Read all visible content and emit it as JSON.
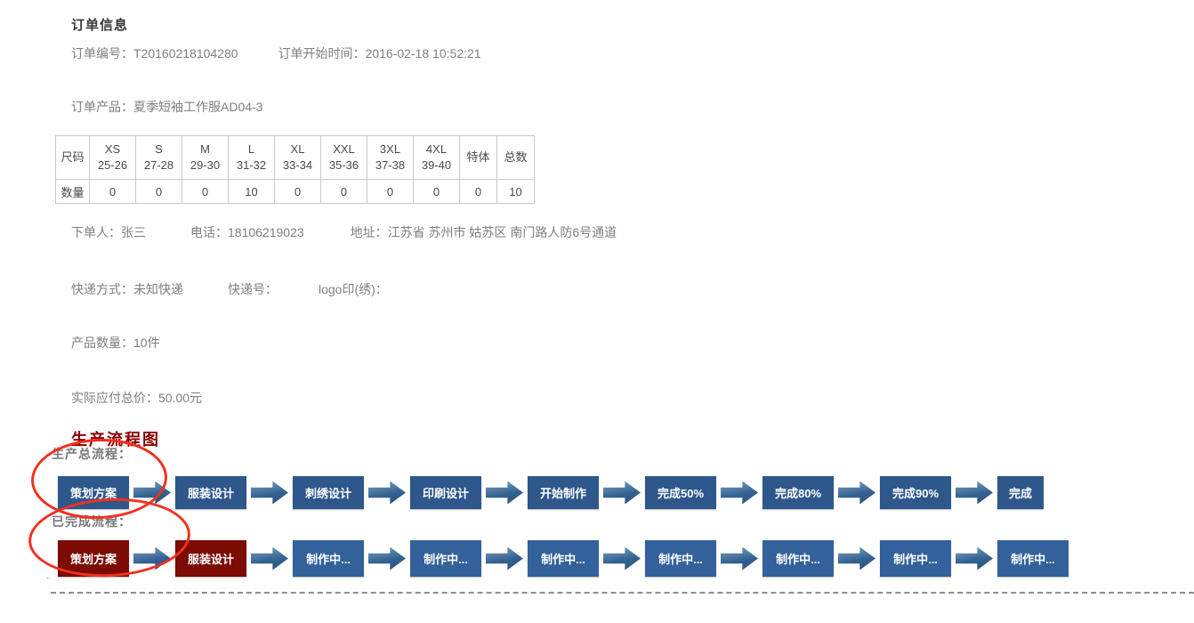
{
  "header": {
    "title": "订单信息"
  },
  "order": {
    "number_label": "订单编号：",
    "number": "T20160218104280",
    "start_label": "订单开始时间：",
    "start_time": "2016-02-18 10:52:21",
    "product_label": "订单产品：",
    "product": "夏季短袖工作服AD04-3"
  },
  "size_table": {
    "corner_header": "尺码",
    "qty_header": "数量",
    "columns": [
      {
        "size": "XS",
        "range": "25-26"
      },
      {
        "size": "S",
        "range": "27-28"
      },
      {
        "size": "M",
        "range": "29-30"
      },
      {
        "size": "L",
        "range": "31-32"
      },
      {
        "size": "XL",
        "range": "33-34"
      },
      {
        "size": "XXL",
        "range": "35-36"
      },
      {
        "size": "3XL",
        "range": "37-38"
      },
      {
        "size": "4XL",
        "range": "39-40"
      },
      {
        "size": "特体",
        "range": ""
      },
      {
        "size": "总数",
        "range": ""
      }
    ],
    "quantities": [
      "0",
      "0",
      "0",
      "10",
      "0",
      "0",
      "0",
      "0",
      "0",
      "10"
    ]
  },
  "buyer": {
    "name_label": "下单人：",
    "name": "张三",
    "phone_label": "电话：",
    "phone": "18106219023",
    "address_label": "地址：",
    "address": "江苏省 苏州市 姑苏区 南门路人防6号通道"
  },
  "shipping": {
    "method_label": "快递方式：",
    "method": "未知快递",
    "tracking_label": "快递号：",
    "tracking": "",
    "logo_label": "logo印(绣)：",
    "logo_value": ""
  },
  "summary": {
    "quantity_label": "产品数量：",
    "quantity": "10件",
    "price_label": "实际应付总价：",
    "price": "50.00元"
  },
  "flow": {
    "title": "生产流程图",
    "total_label": "生产总流程：",
    "completed_label": "已完成流程：",
    "total_steps": [
      "策划方案",
      "服装设计",
      "刺绣设计",
      "印刷设计",
      "开始制作",
      "完成50%",
      "完成80%",
      "完成90%",
      "完成"
    ],
    "completed_steps": [
      {
        "label": "策划方案",
        "status": "completed"
      },
      {
        "label": "服装设计",
        "status": "completed"
      },
      {
        "label": "制作中...",
        "status": "in-progress"
      },
      {
        "label": "制作中...",
        "status": "in-progress"
      },
      {
        "label": "制作中...",
        "status": "in-progress"
      },
      {
        "label": "制作中...",
        "status": "in-progress"
      },
      {
        "label": "制作中...",
        "status": "in-progress"
      },
      {
        "label": "制作中...",
        "status": "in-progress"
      },
      {
        "label": "制作中...",
        "status": "in-progress"
      }
    ]
  },
  "colors": {
    "step_blue": "#2e578b",
    "step_blue_light": "#33619b",
    "step_done_maroon": "#7b0b03",
    "arrow_blue": "#336191",
    "highlight_red": "#f2301e",
    "flow_title_red": "#8b0000"
  }
}
